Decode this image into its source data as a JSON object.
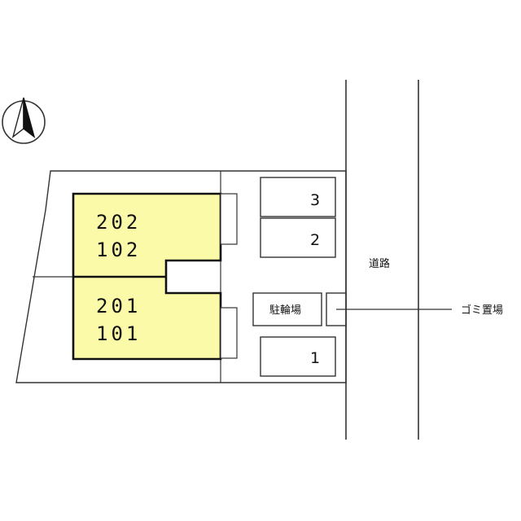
{
  "units": {
    "upper_top": "202",
    "upper_bottom": "102",
    "lower_top": "201",
    "lower_bottom": "101"
  },
  "parking": {
    "slot_3": "3",
    "slot_2": "2",
    "slot_1": "1"
  },
  "labels": {
    "bicycle_parking": "駐輪場",
    "road": "道路",
    "garbage": "ゴミ置場"
  },
  "colors": {
    "building_fill": "#fafaa8",
    "line": "#333333"
  }
}
